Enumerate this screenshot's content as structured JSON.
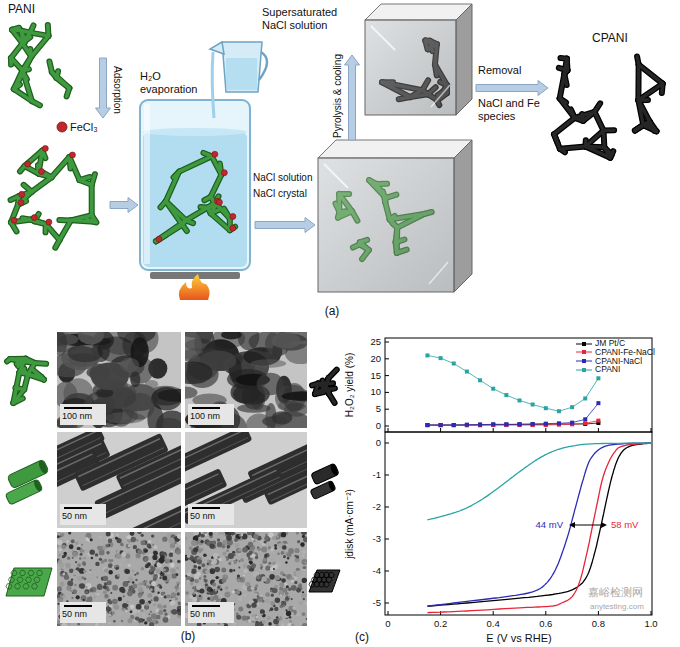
{
  "diagram": {
    "labels": [
      "PANI",
      "Adsorption",
      "FeCl₃",
      "H₂O evaporation",
      "Supersaturated NaCl solution",
      "NaCl solution",
      "NaCl crystal",
      "Pyrolysis & cooling",
      "Removal",
      "NaCl and Fe species",
      "CPANI",
      "(a)",
      "100 nm",
      "100 nm",
      "50 nm",
      "50 nm",
      "50 nm",
      "50 nm",
      "(b)",
      "25",
      "20",
      "15",
      "10",
      "5",
      "0",
      "H₂O₂ yield (%)",
      "0",
      "-1",
      "-2",
      "-3",
      "-4",
      "-5",
      "jdisk (mA·cm⁻²)",
      "44 mV",
      "58 mV",
      "0",
      "0.2",
      "0.4",
      "0.6",
      "0.8",
      "1.0",
      "E (V vs RHE)",
      "(c)",
      "嘉峪检测网",
      "anytesting.com"
    ],
    "legend": [
      {
        "text": "JM Pt/C",
        "color": "#000000"
      },
      {
        "text": "CPANI-Fe-NaCl",
        "color": "#e8263a"
      },
      {
        "text": "CPANI-NaCl",
        "color": "#2b2bb5"
      },
      {
        "text": "CPANI",
        "color": "#2aa3a3"
      }
    ]
  }
}
